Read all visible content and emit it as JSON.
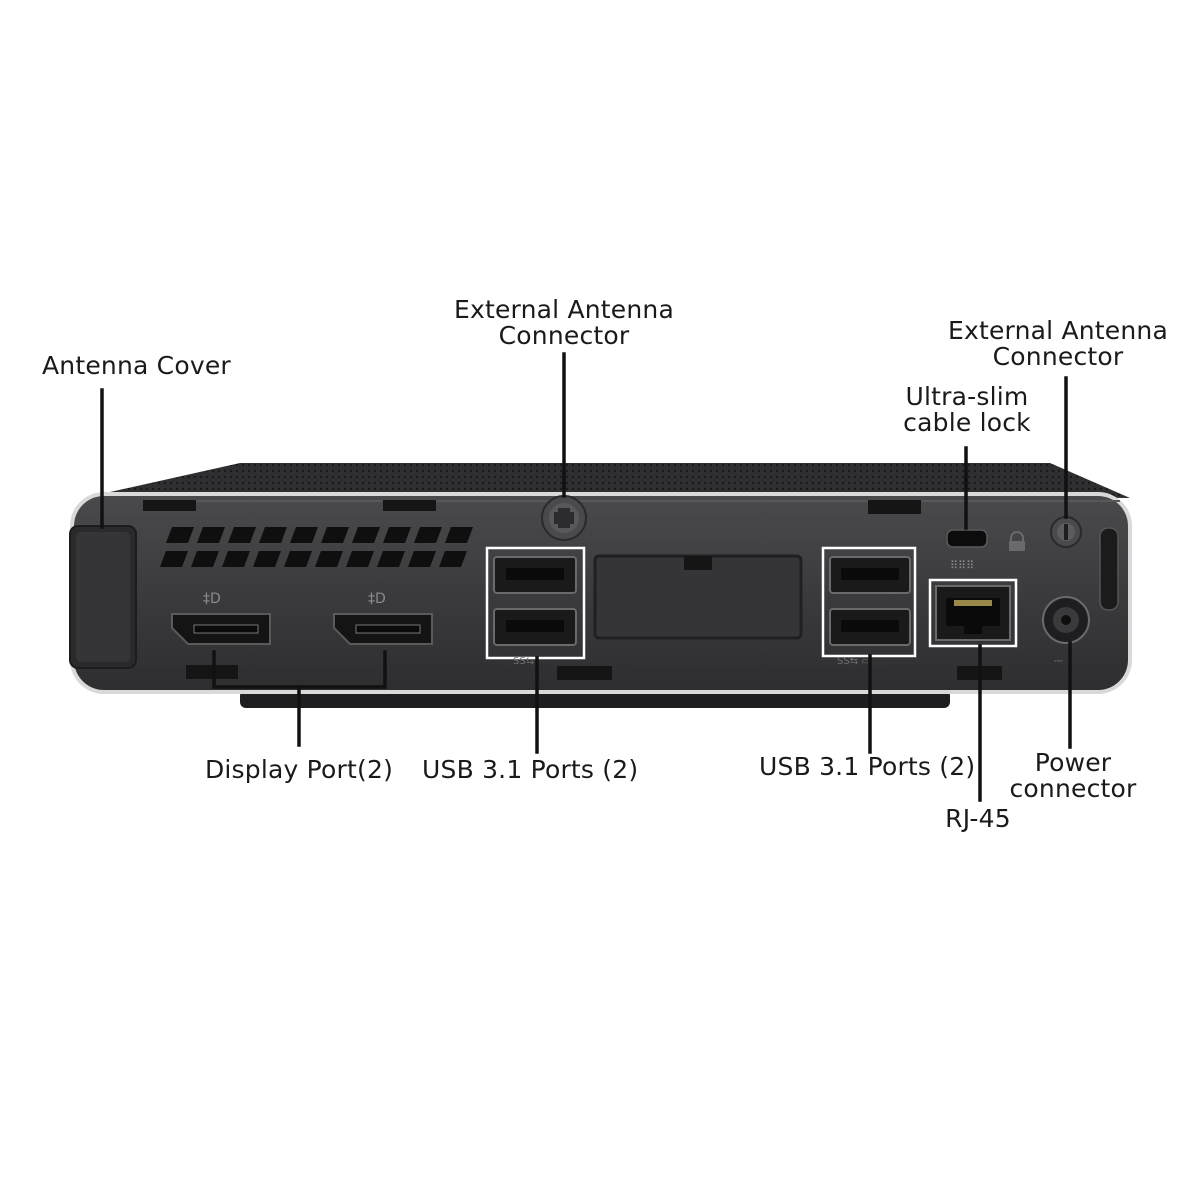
{
  "labels": {
    "antenna_cover": "Antenna Cover",
    "ext_antenna_center": [
      "External Antenna",
      "Connector"
    ],
    "ext_antenna_right": [
      "External Antenna",
      "Connector"
    ],
    "cable_lock": [
      "Ultra-slim",
      "cable lock"
    ],
    "display_port": "Display Port(2)",
    "usb_left": "USB 3.1 Ports (2)",
    "usb_right": "USB 3.1 Ports (2)",
    "power": [
      "Power",
      "connector"
    ],
    "rj45": "RJ-45"
  },
  "colors": {
    "chassis": "#3a3a3c",
    "chassis_dark": "#1c1c1e",
    "leader": "#111111",
    "highlight": "#ffffff"
  }
}
